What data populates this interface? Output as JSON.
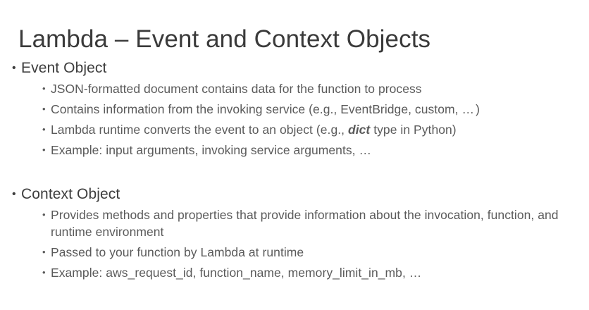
{
  "slide": {
    "title": "Lambda – Event and Context Objects",
    "background_color": "#ffffff",
    "title_color": "#3a3a3a",
    "level1_color": "#3d3d3d",
    "level2_color": "#5a5a5a",
    "bullet_glyph": "•",
    "sections": [
      {
        "heading": "Event Object",
        "bullets": [
          {
            "parts": [
              {
                "text": "JSON-formatted document contains data for the function to process",
                "style": "normal"
              }
            ]
          },
          {
            "parts": [
              {
                "text": "Contains information from the invoking service (e.g., EventBridge, custom, ",
                "style": "normal"
              },
              {
                "text": "…",
                "style": "ellipsis"
              },
              {
                "text": ")",
                "style": "normal"
              }
            ]
          },
          {
            "parts": [
              {
                "text": "Lambda runtime converts the event to an object (e.g., ",
                "style": "normal"
              },
              {
                "text": "dict",
                "style": "bold-italic"
              },
              {
                "text": " type in Python)",
                "style": "normal"
              }
            ]
          },
          {
            "parts": [
              {
                "text": "Example: input arguments, invoking service arguments, ",
                "style": "normal"
              },
              {
                "text": "…",
                "style": "ellipsis"
              }
            ]
          }
        ]
      },
      {
        "heading": "Context Object",
        "bullets": [
          {
            "parts": [
              {
                "text": "Provides methods and properties that provide information about the invocation, function, and runtime environment",
                "style": "normal"
              }
            ]
          },
          {
            "parts": [
              {
                "text": "Passed to your function by Lambda at runtime",
                "style": "normal"
              }
            ]
          },
          {
            "parts": [
              {
                "text": "Example: aws_request_id, function_name, memory_limit_in_mb, ",
                "style": "normal"
              },
              {
                "text": "…",
                "style": "ellipsis"
              }
            ]
          }
        ]
      }
    ]
  }
}
